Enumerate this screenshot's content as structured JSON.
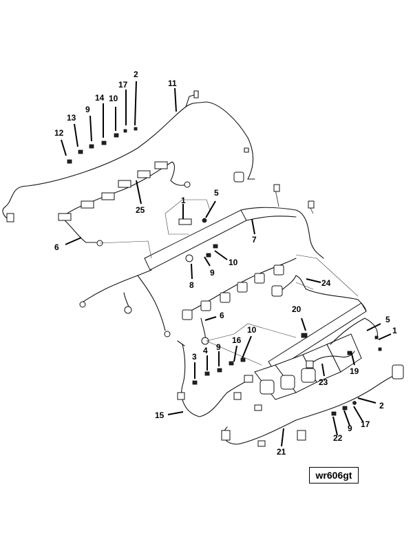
{
  "figure_id": "wr606gt",
  "callouts": {
    "c2a": "2",
    "c17a": "17",
    "c11": "11",
    "c14": "14",
    "c10a": "10",
    "c13": "13",
    "c9a": "9",
    "c12": "12",
    "c25": "25",
    "c1a": "1",
    "c5a": "5",
    "c6a": "6",
    "c7": "7",
    "c10b": "10",
    "c8": "8",
    "c9b": "9",
    "c24": "24",
    "c20": "20",
    "c6b": "6",
    "c5b": "5",
    "c1b": "1",
    "c16": "16",
    "c10c": "10",
    "c9c": "9",
    "c4": "4",
    "c3": "3",
    "c19": "19",
    "c23": "23",
    "c2b": "2",
    "c15": "15",
    "c17b": "17",
    "c9d": "9",
    "c22": "22",
    "c21": "21"
  }
}
